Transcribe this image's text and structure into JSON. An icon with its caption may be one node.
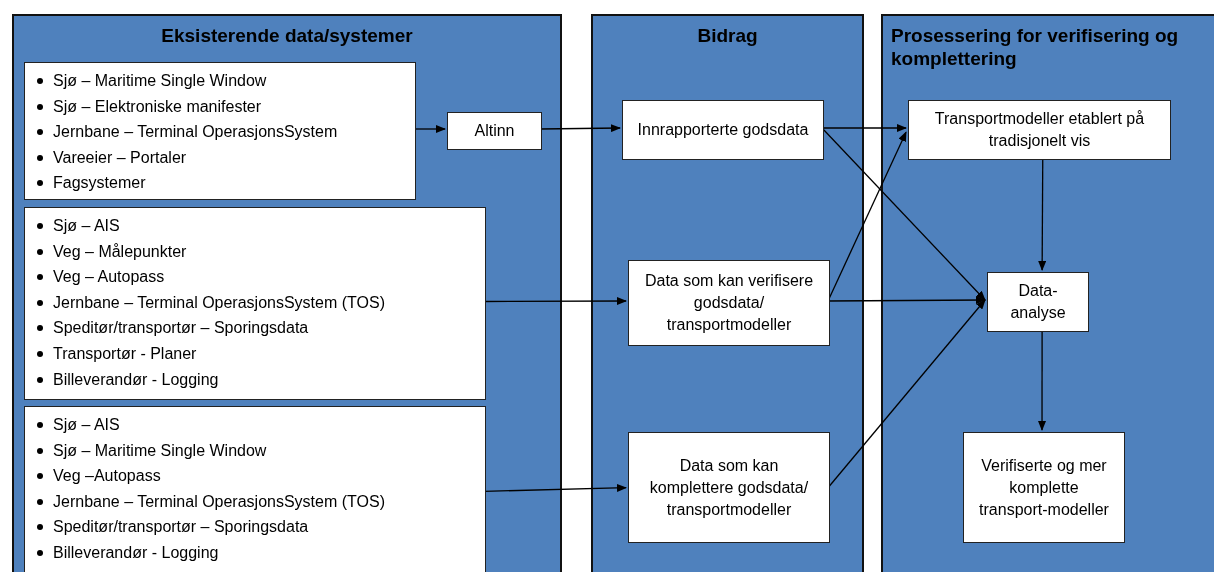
{
  "diagram": {
    "nodes": [
      {
        "text": [
          "Eksisterende data/systemer"
        ]
      },
      {
        "text": [
          "Sjø – Maritime Single Window",
          "Sjø – Elektroniske manifester",
          "Jernbane – Terminal OperasjonsSystem",
          "Vareeier – Portaler",
          "Fagsystemer"
        ],
        "in": 0
      },
      {
        "text": [
          "Sjø – AIS",
          "Veg – Målepunkter",
          "Veg – Autopass",
          "Jernbane – Terminal OperasjonsSystem (TOS)",
          "Speditør/transportør – Sporingsdata",
          "Transportør - Planer",
          "Billeverandør - Logging"
        ],
        "in": 0
      },
      {
        "text": [
          "Sjø – AIS",
          "Sjø – Maritime Single Window",
          "Veg –Autopass",
          "Jernbane – Terminal OperasjonsSystem (TOS)",
          "Speditør/transportør – Sporingsdata",
          "Billeverandør - Logging"
        ],
        "in": 0
      },
      {
        "text": [
          "Altinn"
        ],
        "in": 0
      },
      {
        "text": [
          "Bidrag"
        ]
      },
      {
        "text": [
          "Innrapporterte godsdata"
        ],
        "in": 5
      },
      {
        "text": [
          "Data som kan verifisere godsdata/ transportmodeller"
        ],
        "in": 5
      },
      {
        "text": [
          "Data som kan komplettere godsdata/ transportmodeller"
        ],
        "in": 5
      },
      {
        "text": [
          "Prosessering for verifisering og komplettering"
        ]
      },
      {
        "text": [
          "Transportmodeller etablert på tradisjonelt vis"
        ],
        "in": 9
      },
      {
        "text": [
          "Data-analyse"
        ],
        "in": 9
      },
      {
        "text": [
          "Verifiserte og mer komplette transport-modeller"
        ],
        "in": 9
      }
    ],
    "edges": [
      {
        "from": 1,
        "to": 4,
        "arrow": "to"
      },
      {
        "from": 4,
        "to": 6,
        "arrow": "to"
      },
      {
        "from": 2,
        "to": 7,
        "arrow": "to"
      },
      {
        "from": 3,
        "to": 8,
        "arrow": "to"
      },
      {
        "from": 6,
        "to": 10,
        "arrow": "to"
      },
      {
        "from": 6,
        "to": 11,
        "arrow": "to"
      },
      {
        "from": 7,
        "to": 10,
        "arrow": "to"
      },
      {
        "from": 7,
        "to": 11,
        "arrow": "to"
      },
      {
        "from": 8,
        "to": 11,
        "arrow": "to"
      },
      {
        "from": 10,
        "to": 11,
        "arrow": "to"
      },
      {
        "from": 11,
        "to": 12,
        "arrow": "to"
      }
    ]
  }
}
